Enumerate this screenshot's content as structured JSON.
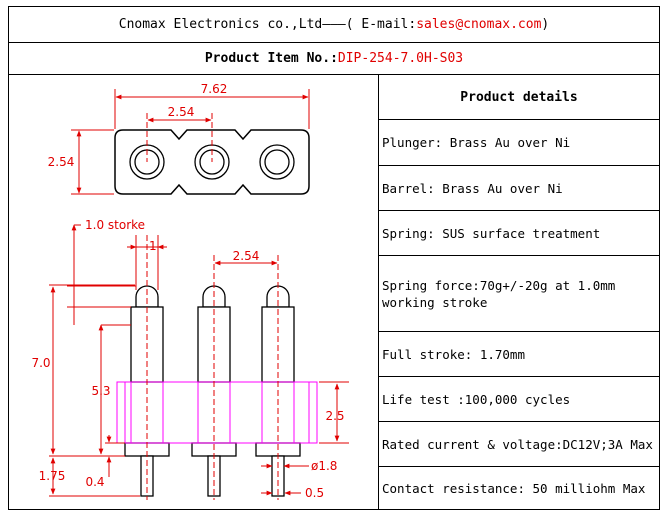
{
  "header": {
    "company": "Cnomax Electronics co.,Ltd",
    "separator": "———",
    "email_prefix": "( E-mail: ",
    "email": "sales@cnomax.com",
    "email_suffix": ")"
  },
  "product": {
    "label": "Product Item No.: ",
    "item_no": "DIP-254-7.0H-S03"
  },
  "dimensions": {
    "width_total": "7.62",
    "pitch_top": "2.54",
    "height_top": "2.54",
    "stroke": "1.0 storke",
    "head_width": "1",
    "pitch_side": "2.54",
    "total_height": "7.0",
    "body_height": "5.3",
    "insulator_height": "2.5",
    "tail_length": "1.75",
    "flange": "0.4",
    "tail_diameter": "ø1.8",
    "tail_width": "0.5"
  },
  "specs": {
    "title": "Product details",
    "items": [
      "Plunger: Brass Au over Ni",
      "Barrel: Brass Au over Ni",
      "Spring: SUS surface treatment",
      "Spring force:70g+/-20g at 1.0mm working stroke",
      "Full stroke: 1.70mm",
      "Life test :100,000 cycles",
      "Rated current & voltage:DC12V;3A Max",
      "Contact resistance: 50 milliohm Max"
    ]
  },
  "colors": {
    "dimension": "#e00000",
    "insulator": "#ff00ff",
    "outline": "#000000"
  }
}
